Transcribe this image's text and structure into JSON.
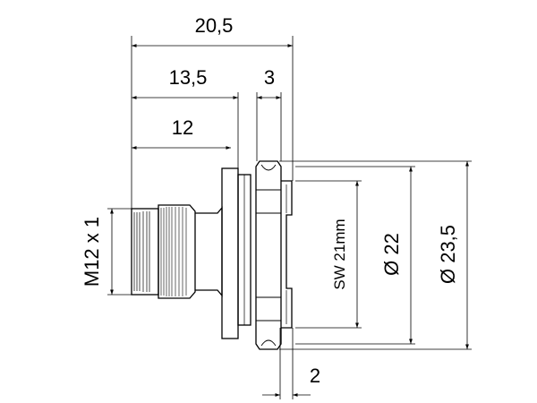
{
  "drawing": {
    "dimensions": {
      "overall_length": "20,5",
      "length_13_5": "13,5",
      "length_3": "3",
      "length_12": "12",
      "thread": "M12 x 1",
      "wrench_size": "SW 21mm",
      "dia_22": "Ø 22",
      "dia_23_5": "Ø 23,5",
      "flange_2": "2"
    }
  }
}
